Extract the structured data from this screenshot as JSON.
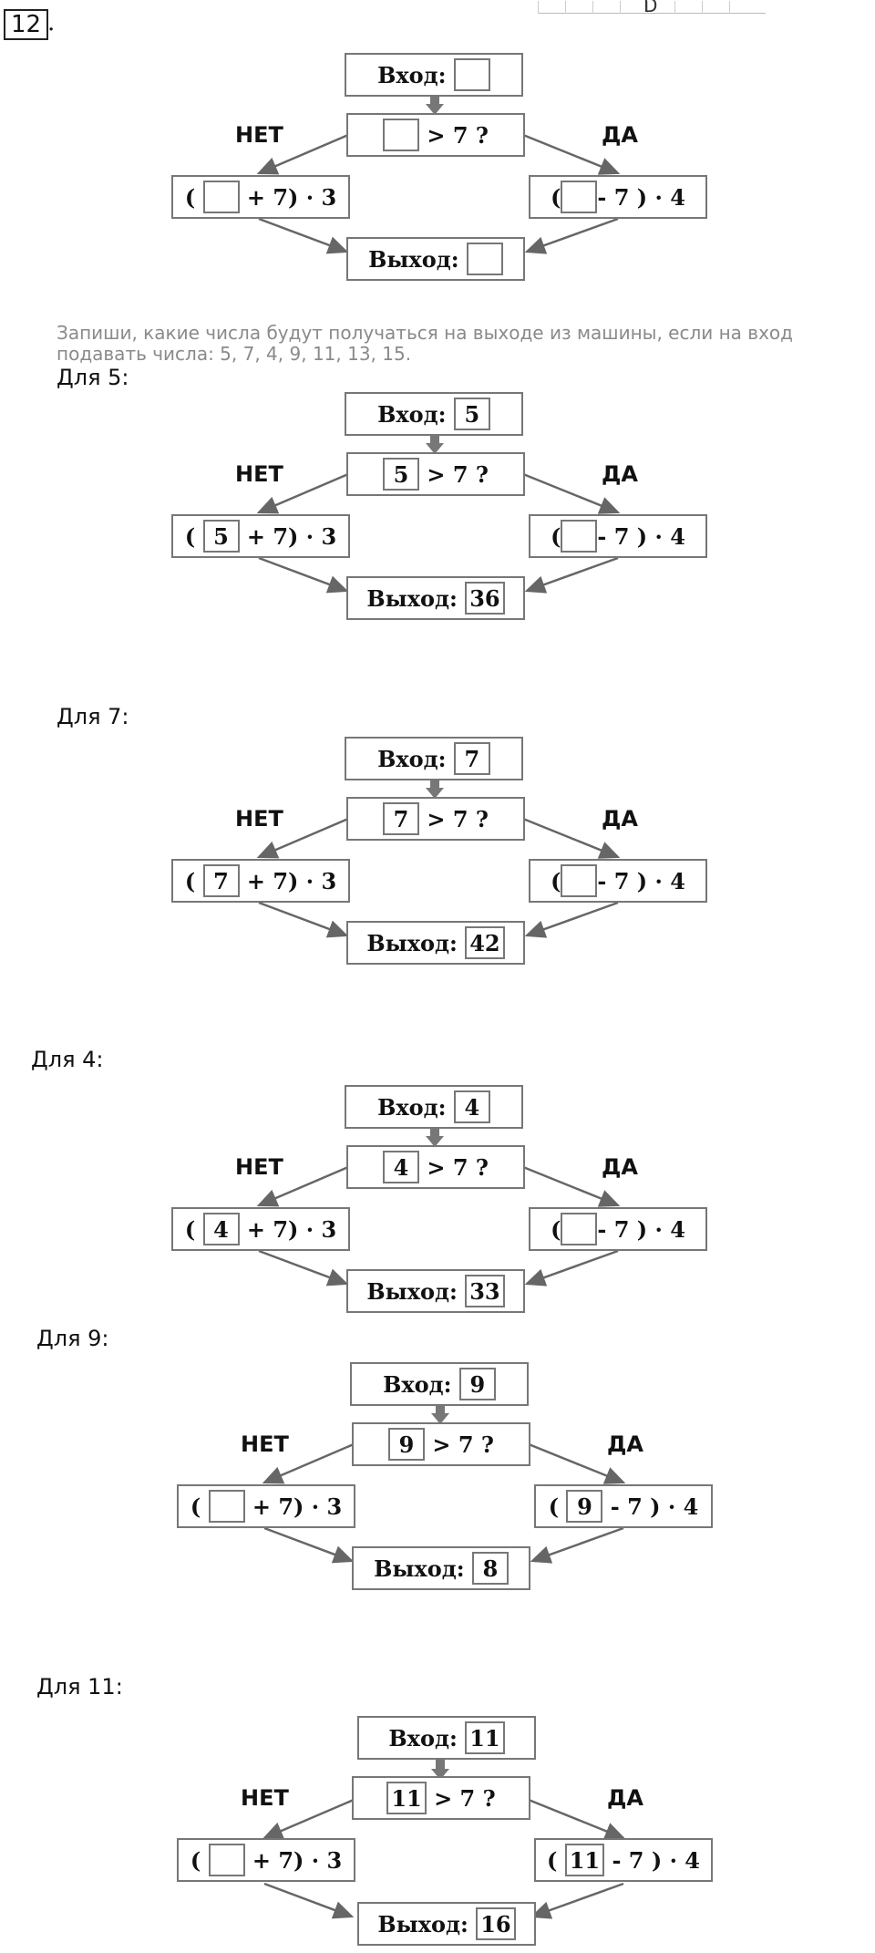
{
  "task_number": "12",
  "task_dot": ".",
  "top_fragment_letter": "D",
  "instruction": "Запиши, какие числа будут получаться на выходе из машины, если на вход подавать числа: 5, 7, 4, 9, 11, 13, 15.",
  "labels": {
    "input": "Вход:",
    "output": "Выход:",
    "condition_suffix": "> 7 ?",
    "no": "НЕТ",
    "yes": "ДА",
    "no_formula_open": "(",
    "no_formula_tail": "+ 7) · 3",
    "yes_formula_open": "(",
    "yes_formula_tail": "- 7 ) · 4"
  },
  "template_diagram": {
    "input": "",
    "condition": "",
    "no_value": "",
    "yes_value": "",
    "output": ""
  },
  "cases": [
    {
      "caption": "Для 5:",
      "input": "5",
      "condition": "5",
      "no_value": "5",
      "yes_value": "",
      "output": "36"
    },
    {
      "caption": "Для 7:",
      "input": "7",
      "condition": "7",
      "no_value": "7",
      "yes_value": "",
      "output": "42"
    },
    {
      "caption": "Для 4:",
      "input": "4",
      "condition": "4",
      "no_value": "4",
      "yes_value": "",
      "output": "33"
    },
    {
      "caption": "Для 9:",
      "input": "9",
      "condition": "9",
      "no_value": "",
      "yes_value": "9",
      "output": "8"
    },
    {
      "caption": "Для 11:",
      "input": "11",
      "condition": "11",
      "no_value": "",
      "yes_value": "11",
      "output": "16"
    }
  ]
}
